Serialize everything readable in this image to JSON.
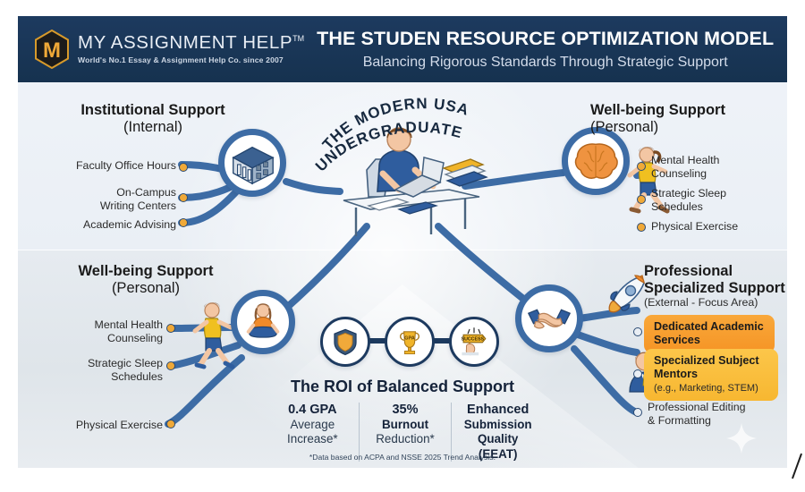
{
  "header": {
    "brand_name": "MY ASSIGNMENT HELP",
    "brand_tm": "TM",
    "brand_tagline": "World's No.1 Essay & Assignment Help Co. since 2007",
    "logo_letter": "M",
    "title": "THE STUDEN RESOURCE OPTIMIZATION MODEL",
    "subtitle": "Balancing Rigorous Standards Through Strategic Support",
    "bg_color": "#1d3a5f",
    "accent_color": "#f0a938"
  },
  "center": {
    "arc_line1": "THE MODERN USA",
    "arc_line2": "UNDERGRADUATE"
  },
  "quadrants": {
    "institutional": {
      "title": "Institutional Support",
      "subtitle": "(Internal)",
      "hub_icon": "university-building-icon",
      "items": [
        {
          "label": "Faculty Office Hours"
        },
        {
          "label": "On-Campus\nWriting Centers"
        },
        {
          "label": "Academic Advising"
        }
      ]
    },
    "wellbeing_top": {
      "title": "Well-being Support",
      "subtitle": "(Personal)",
      "hub_icon": "brain-icon",
      "items": [
        {
          "label": "Mental Health\nCounseling"
        },
        {
          "label": "Strategic Sleep\nSchedules"
        },
        {
          "label": "Physical Exercise"
        }
      ]
    },
    "wellbeing_bottom": {
      "title": "Well-being Support",
      "subtitle": "(Personal)",
      "hub_icon": "meditation-yoga-icon",
      "items": [
        {
          "label": "Mental Health\nCounseling"
        },
        {
          "label": "Strategic Sleep\nSchedules"
        },
        {
          "label": "Physical Exercise"
        }
      ]
    },
    "professional": {
      "title_line1": "Professional",
      "title_line2": "Specialized Support",
      "subtitle": "(External - Focus Area)",
      "hub_icon": "handshake-icon",
      "badge_icon": "rocket-icon",
      "items": [
        {
          "label": "Dedicated Academic\nServices",
          "highlight": "orange",
          "color": "#f59425"
        },
        {
          "label": "Specialized Subject\nMentors",
          "sub": "(e.g., Marketing, STEM)",
          "highlight": "amber",
          "color": "#f7b731"
        },
        {
          "label": "Professional Editing\n& Formatting",
          "highlight": "none"
        }
      ]
    }
  },
  "roi": {
    "title": "The ROI of Balanced Support",
    "icons": [
      "shield-icon",
      "trophy-gpa-icon",
      "success-sign-icon"
    ],
    "trophy_label": "GPA",
    "success_label": "SUCCESS",
    "stats": [
      {
        "big": "0.4 GPA",
        "line2": "Average",
        "line3": "Increase*",
        "line2_bold": false,
        "line3_bold": false
      },
      {
        "big": "35%",
        "line2": "Burnout",
        "line3": "Reduction*",
        "line2_bold": true,
        "line3_bold": false
      },
      {
        "big": "Enhanced",
        "line2": "Submission",
        "line3": "Quality (EEAT)",
        "line2_bold": true,
        "line3_bold": true
      }
    ],
    "note": "*Data based on ACPA and NSSE 2025 Trend Analysis."
  }
}
